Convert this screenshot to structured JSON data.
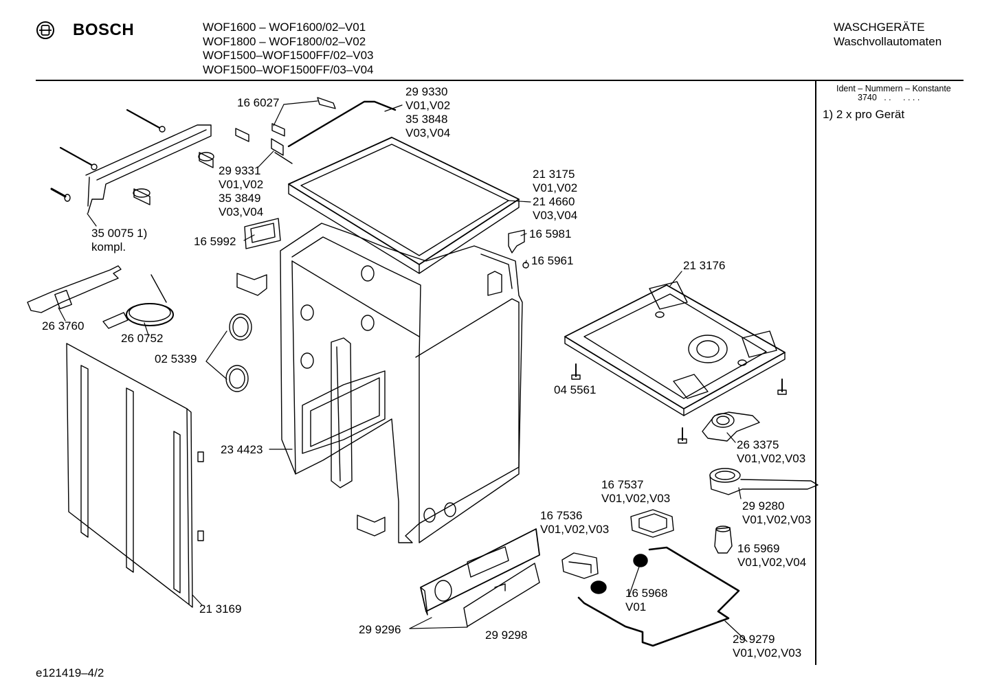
{
  "header": {
    "brand": "BOSCH",
    "models": [
      "WOF1600 – WOF1600/02–V01",
      "WOF1800 – WOF1800/02–V02",
      "WOF1500–WOF1500FF/02–V03",
      "WOF1500–WOF1500FF/03–V04"
    ],
    "category": "WASCHGERÄTE",
    "subcategory": "Waschvollautomaten"
  },
  "sidebar": {
    "ident_title": "Ident – Nummern – Konstante",
    "ident_value": "3740   . .     . . . .",
    "note": "1) 2 x pro Gerät"
  },
  "footer": {
    "doc_id": "e121419–4/2"
  },
  "parts": [
    {
      "id": "p166027",
      "lines": [
        "16 6027"
      ]
    },
    {
      "id": "p299330",
      "lines": [
        "29 9330",
        "V01,V02",
        "35 3848",
        "V03,V04"
      ]
    },
    {
      "id": "p299331",
      "lines": [
        "29 9331",
        "V01,V02",
        "35 3849",
        "V03,V04"
      ]
    },
    {
      "id": "p213175",
      "lines": [
        "21 3175",
        "V01,V02",
        "21 4660",
        "V03,V04"
      ]
    },
    {
      "id": "p350075",
      "lines": [
        "35 0075 1)",
        "kompl."
      ]
    },
    {
      "id": "p165992",
      "lines": [
        "16 5992"
      ]
    },
    {
      "id": "p165981",
      "lines": [
        "16 5981"
      ]
    },
    {
      "id": "p165961",
      "lines": [
        "16 5961"
      ]
    },
    {
      "id": "p213176",
      "lines": [
        "21 3176"
      ]
    },
    {
      "id": "p263760",
      "lines": [
        "26 3760"
      ]
    },
    {
      "id": "p260752",
      "lines": [
        "26 0752"
      ]
    },
    {
      "id": "p025339",
      "lines": [
        "02 5339"
      ]
    },
    {
      "id": "p045561",
      "lines": [
        "04 5561"
      ]
    },
    {
      "id": "p263375",
      "lines": [
        "26 3375",
        "V01,V02,V03"
      ]
    },
    {
      "id": "p234423",
      "lines": [
        "23 4423"
      ]
    },
    {
      "id": "p167537",
      "lines": [
        "16 7537",
        "V01,V02,V03"
      ]
    },
    {
      "id": "p299280",
      "lines": [
        "29 9280",
        "V01,V02,V03"
      ]
    },
    {
      "id": "p167536",
      "lines": [
        "16 7536",
        "V01,V02,V03"
      ]
    },
    {
      "id": "p165969",
      "lines": [
        "16 5969",
        "V01,V02,V04"
      ]
    },
    {
      "id": "p165968",
      "lines": [
        "16 5968",
        "V01"
      ]
    },
    {
      "id": "p213169",
      "lines": [
        "21 3169"
      ]
    },
    {
      "id": "p299296",
      "lines": [
        "29 9296"
      ]
    },
    {
      "id": "p299298",
      "lines": [
        "29 9298"
      ]
    },
    {
      "id": "p299279",
      "lines": [
        "29 9279",
        "V01,V02,V03"
      ]
    }
  ],
  "colors": {
    "ink": "#000000",
    "paper": "#ffffff",
    "shade": "#cfcfcf"
  }
}
